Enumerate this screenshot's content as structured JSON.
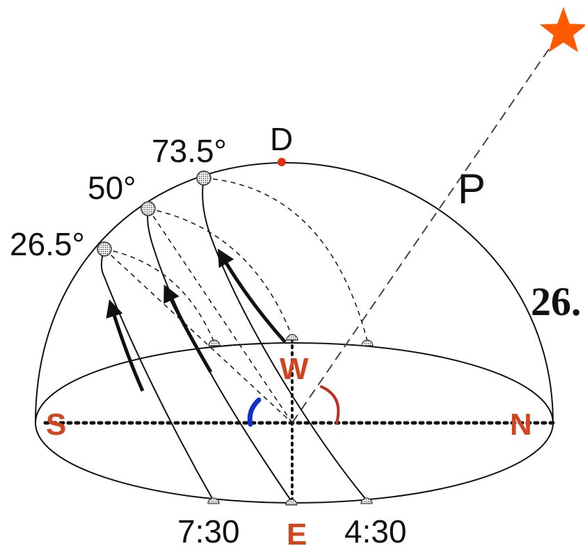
{
  "labels": {
    "zenith": "D",
    "angle_low": "26.5°",
    "angle_mid": "50°",
    "angle_high": "73.5°",
    "star_line": "P",
    "question_number": "26.",
    "south": "S",
    "north": "N",
    "west": "W",
    "east": "E",
    "time_left": "7:30",
    "time_right": "4:30"
  },
  "colors": {
    "cardinal": "#d2451e",
    "star": "#ff5a00",
    "blue_angle": "#1030c8",
    "red_angle": "#c03020",
    "zenith_dot": "#e03010",
    "line": "#111111"
  },
  "icons": {
    "star": "star-icon",
    "sun_marker": "sun-marker-icon"
  }
}
